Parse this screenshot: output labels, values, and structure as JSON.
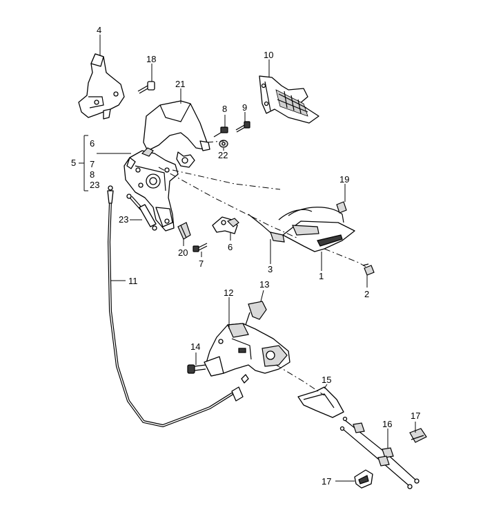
{
  "diagram": {
    "callouts": {
      "c1": "1",
      "c2": "2",
      "c3": "3",
      "c4": "4",
      "c5": "5",
      "c6a": "6",
      "c6b": "6",
      "c7a": "7",
      "c7b": "7",
      "c8a": "8",
      "c8b": "8",
      "c9": "9",
      "c10": "10",
      "c11": "11",
      "c12": "12",
      "c13": "13",
      "c14": "14",
      "c15": "15",
      "c16": "16",
      "c17a": "17",
      "c17b": "17",
      "c18": "18",
      "c19": "19",
      "c20": "20",
      "c21": "21",
      "c22": "22",
      "c23a": "23",
      "c23b": "23"
    }
  }
}
